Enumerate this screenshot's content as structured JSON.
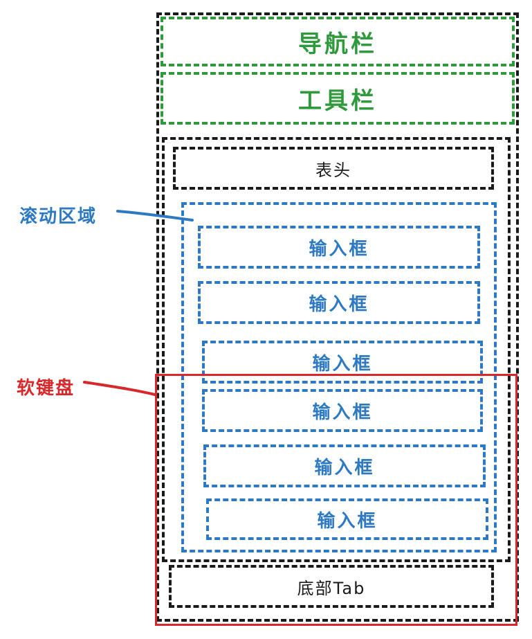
{
  "labels": {
    "navbar": "导航栏",
    "toolbar": "工具栏",
    "table_header": "表头",
    "input_box": "输入框",
    "bottom_tab": "底部Tab",
    "scroll_area": "滚动区域",
    "keyboard": "软键盘"
  },
  "inputs": [
    "输入框",
    "输入框",
    "输入框",
    "输入框",
    "输入框",
    "输入框"
  ],
  "colors": {
    "green": "#2f9a3b",
    "blue": "#2d79c2",
    "red": "#d8282c",
    "black": "#1a1a1a"
  }
}
